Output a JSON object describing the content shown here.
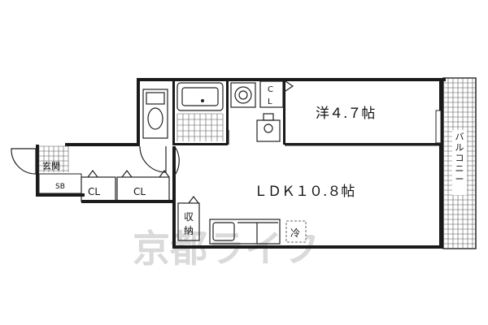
{
  "floorplan": {
    "rooms": {
      "western_room": "洋４.７帖",
      "ldk": "ＬＤＫ１０.８帖",
      "entrance": "玄関",
      "shoe_box": "SB",
      "closet_entry_1": "CL",
      "closet_entry_2": "CL",
      "closet_upper": "C\nL",
      "storage": "収\n納",
      "balcony": "バルコニー",
      "fridge": "冷"
    },
    "watermark": "京都ライフ",
    "colors": {
      "wall": "#1a1a1a",
      "line": "#222222",
      "watermark": "#bdbdbd"
    }
  }
}
